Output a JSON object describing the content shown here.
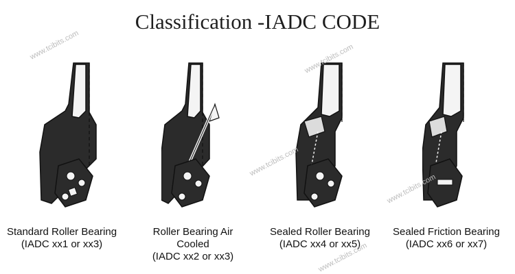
{
  "title": "Classification -IADC CODE",
  "watermark": "www.tcibits.com",
  "colors": {
    "body": "#2b2b2b",
    "cone": "#f4f4f4",
    "outline": "#111111",
    "seal_fill": "#dcdcdc"
  },
  "panels": [
    {
      "label_lines": [
        "Standard Roller Bearing",
        "(IADC xx1 or xx3)"
      ]
    },
    {
      "label_lines": [
        "Roller Bearing Air",
        "Cooled",
        "(IADC xx2 or xx3)"
      ]
    },
    {
      "label_lines": [
        "Sealed Roller Bearing",
        "(IADC xx4 or xx5)"
      ]
    },
    {
      "label_lines": [
        "Sealed Friction Bearing",
        "(IADC xx6 or xx7)"
      ]
    }
  ]
}
